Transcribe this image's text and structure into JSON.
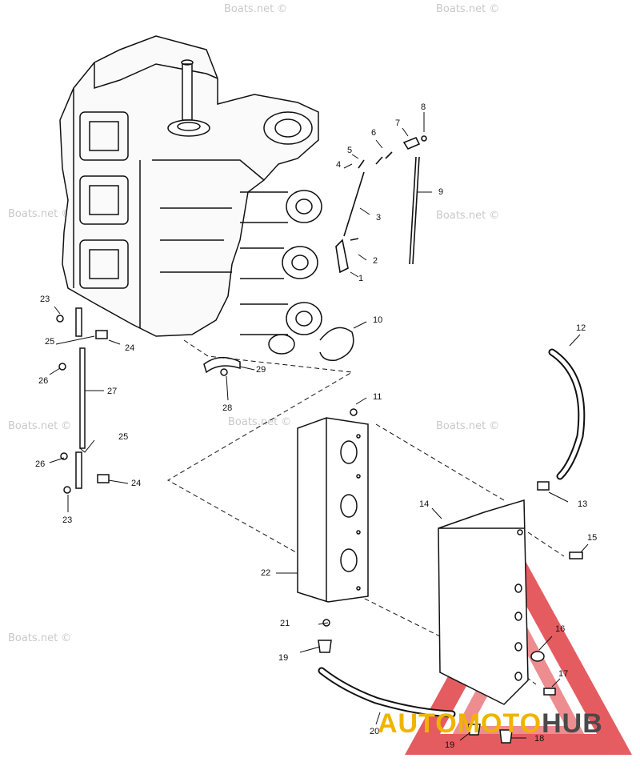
{
  "diagram": {
    "watermark": "Boats.net ©",
    "callouts": [
      "1",
      "2",
      "3",
      "4",
      "5",
      "6",
      "7",
      "8",
      "9",
      "10",
      "11",
      "12",
      "13",
      "14",
      "15",
      "16",
      "17",
      "18",
      "19",
      "19",
      "20",
      "21",
      "22",
      "23",
      "23",
      "24",
      "24",
      "25",
      "25",
      "26",
      "26",
      "27",
      "28",
      "29"
    ]
  },
  "brand": {
    "part1": "AUTO",
    "part2": "MOTO",
    "part3": "HUB",
    "colors": {
      "red": "#e0393e",
      "yellow": "#f0b400",
      "gray": "#4a4a4a"
    }
  }
}
